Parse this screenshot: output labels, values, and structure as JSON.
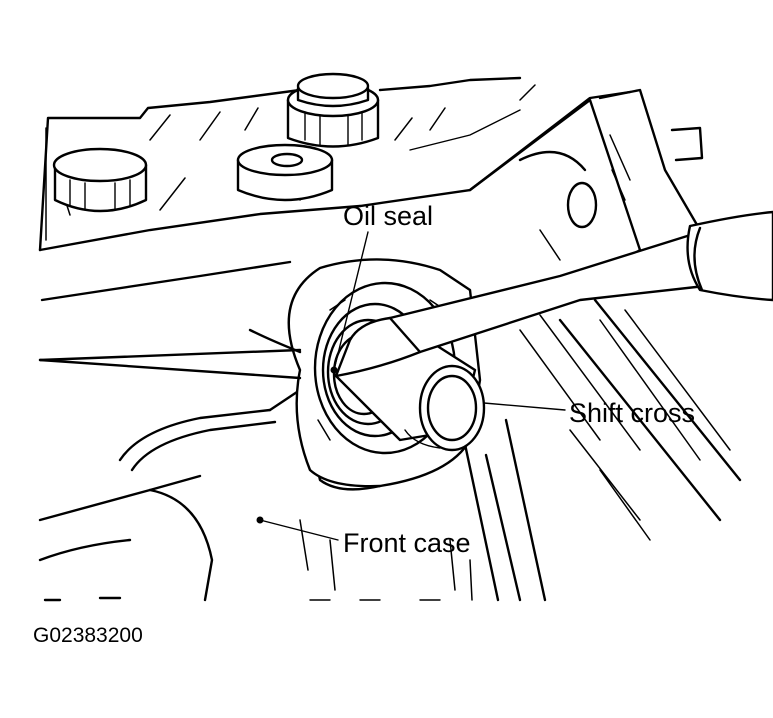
{
  "labels": {
    "oil_seal": "Oil seal",
    "shift_cross": "Shift cross",
    "front_case": "Front case"
  },
  "figure_id": "G02383200"
}
